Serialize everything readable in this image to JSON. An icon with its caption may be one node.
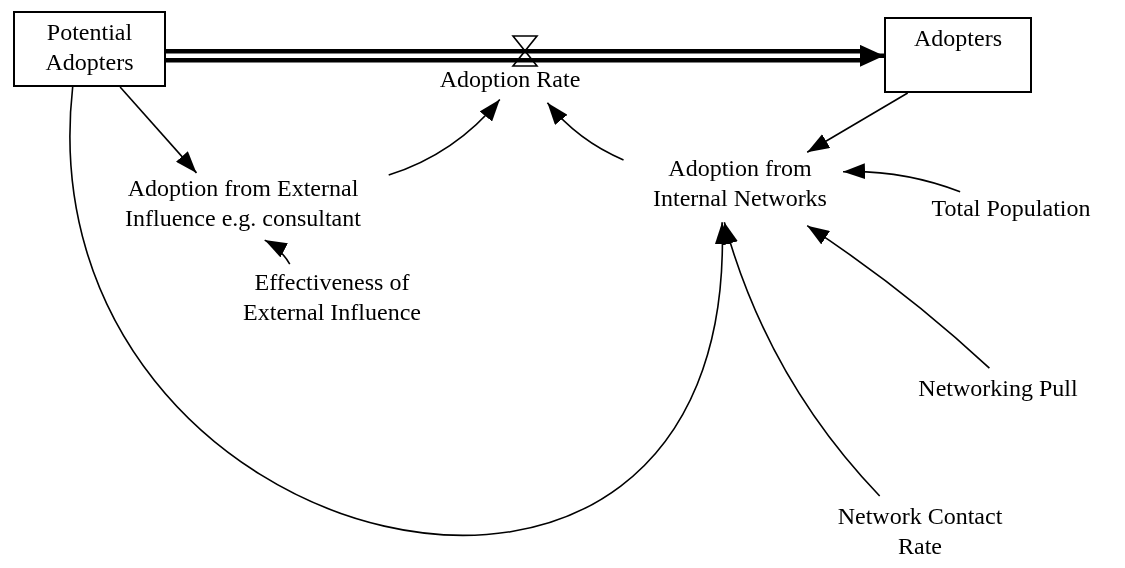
{
  "diagram": {
    "nodes": [
      {
        "text": [
          "Potential Adopters"
        ]
      },
      {
        "text": [
          "Adopters"
        ]
      },
      {
        "text": [
          "Adoption Rate"
        ]
      },
      {
        "text": [
          "Adoption from External Influence e.g. consultant"
        ]
      },
      {
        "text": [
          "Adoption from Internal Networks"
        ]
      },
      {
        "text": [
          "Total Population"
        ]
      },
      {
        "text": [
          "Effectiveness of External Influence"
        ]
      },
      {
        "text": [
          "Networking Pull"
        ]
      },
      {
        "text": [
          "Network Contact Rate"
        ]
      }
    ],
    "edges": [
      {
        "from": 0,
        "to": 1,
        "arrow": "to",
        "style": "thick"
      },
      {
        "from": 0,
        "to": 3,
        "arrow": "to"
      },
      {
        "from": 3,
        "to": 2,
        "arrow": "to"
      },
      {
        "from": 4,
        "to": 2,
        "arrow": "to"
      },
      {
        "from": 1,
        "to": 4,
        "arrow": "to"
      },
      {
        "from": 5,
        "to": 4,
        "arrow": "to"
      },
      {
        "from": 7,
        "to": 4,
        "arrow": "to"
      },
      {
        "from": 8,
        "to": 4,
        "arrow": "to"
      },
      {
        "from": 0,
        "to": 4,
        "arrow": "to"
      },
      {
        "from": 6,
        "to": 3,
        "arrow": "to"
      }
    ]
  }
}
